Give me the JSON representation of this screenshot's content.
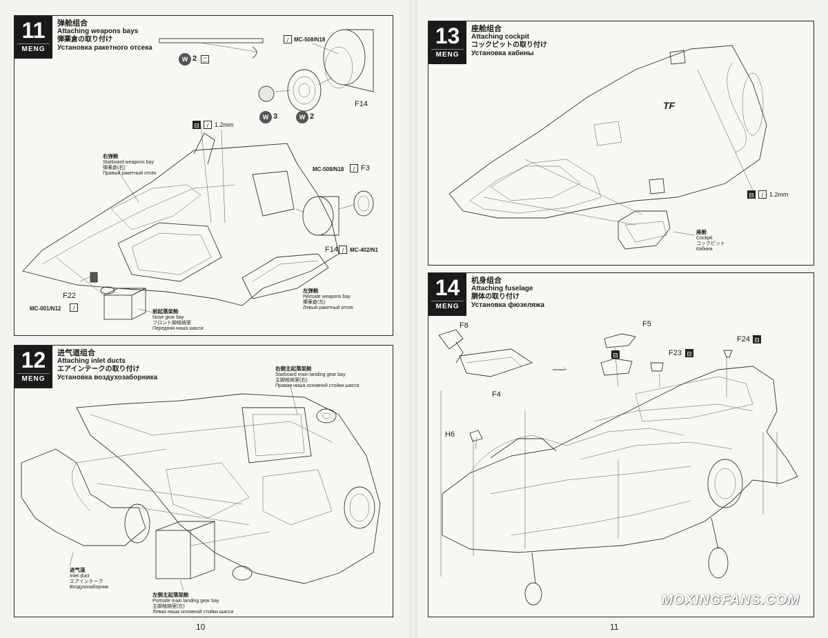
{
  "brand": "MENG",
  "pages": {
    "left": "10",
    "right": "11"
  },
  "watermark": "MOXINGFANS.COM",
  "step11": {
    "number": "11",
    "title_cn": "弹舱组合",
    "title_en": "Attaching weapons bays",
    "title_jp": "弾薬倉の取り付け",
    "title_ru": "Установка ракетного отсека",
    "starboard_bay": {
      "cn": "右弹舱",
      "en": "Starboard weapons bay",
      "jp": "弾薬倉(右)",
      "ru": "Правый ракетный отсек"
    },
    "portside_bay": {
      "cn": "左弹舱",
      "en": "Portside weapons bay",
      "jp": "弾薬倉(左)",
      "ru": "Левый ракетный отсек"
    },
    "nose_bay": {
      "cn": "前起落架舱",
      "en": "Nose gear bay",
      "jp": "フロント脚格納室",
      "ru": "Передняя ниша шасси"
    },
    "parts": {
      "f14a": "F14",
      "f14b": "F14",
      "f3": "F3",
      "f22": "F22"
    },
    "codes": {
      "c1": "MC-508/N18",
      "c2": "MC-508/N18",
      "c3": "MC-402/N1",
      "c4": "MC-001/N12"
    },
    "size": "1.2mm",
    "w2a": "2",
    "w3": "3",
    "w2b": "2"
  },
  "step12": {
    "number": "12",
    "title_cn": "进气道组合",
    "title_en": "Attaching inlet ducts",
    "title_jp": "エアインテークの取り付け",
    "title_ru": "Установка воздухозаборника",
    "starboard_main": {
      "cn": "右侧主起落架舱",
      "en": "Starboard main landing gear bay",
      "jp": "主脚格納室(右)",
      "ru": "Правая ниша основной стойки шасси"
    },
    "portside_main": {
      "cn": "左侧主起落架舱",
      "en": "Portside main landing gear bay",
      "jp": "主脚格納室(左)",
      "ru": "Левая ниша основной стойки шасси"
    },
    "inlet": {
      "cn": "进气道",
      "en": "Inlet duct",
      "jp": "エアインテーク",
      "ru": "Воздухозаборник"
    }
  },
  "step13": {
    "number": "13",
    "title_cn": "座舱组合",
    "title_en": "Attaching cockpit",
    "title_jp": "コックピットの取り付け",
    "title_ru": "Установка кабины",
    "cockpit": {
      "cn": "座舱",
      "en": "Cockpit",
      "jp": "コックピット",
      "ru": "Кабина"
    },
    "size": "1.2mm",
    "stencil": "TF"
  },
  "step14": {
    "number": "14",
    "title_cn": "机身组合",
    "title_en": "Attaching fuselage",
    "title_jp": "胴体の取り付け",
    "title_ru": "Установка фюзеляжа",
    "parts": {
      "f8": "F8",
      "f4": "F4",
      "f5": "F5",
      "f23": "F23",
      "f24": "F24",
      "h6": "H6"
    }
  }
}
